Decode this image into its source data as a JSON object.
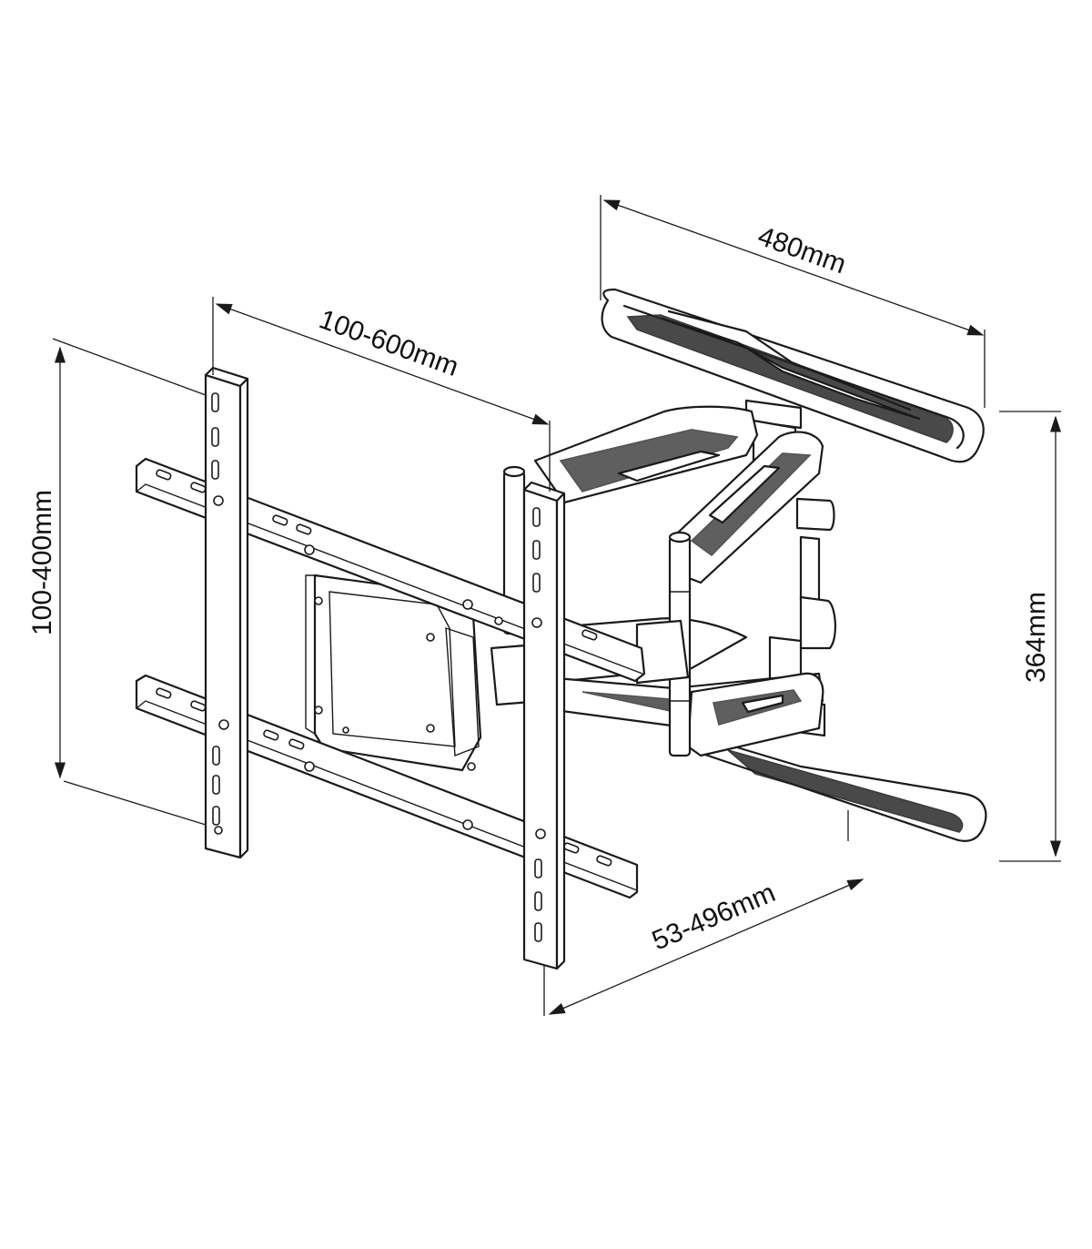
{
  "dimensions": {
    "vesa_width": "100-600mm",
    "vesa_height": "100-400mm",
    "wall_plate_width": "480mm",
    "wall_plate_height": "364mm",
    "arm_extension": "53-496mm"
  },
  "colors": {
    "line": "#1a1a1a",
    "background": "#ffffff"
  }
}
